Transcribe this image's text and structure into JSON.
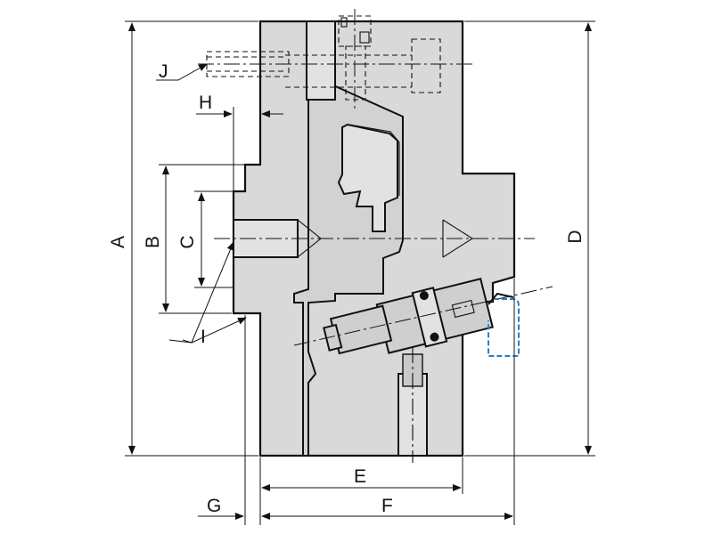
{
  "diagram": {
    "dimension_labels": {
      "A": "A",
      "B": "B",
      "C": "C",
      "D": "D",
      "E": "E",
      "F": "F",
      "G": "G",
      "H": "H",
      "I": "I",
      "J": "J"
    },
    "colors": {
      "body_fill": "#d9d9d9",
      "line": "#111111",
      "hidden_accent": "#2a7fc4"
    }
  }
}
